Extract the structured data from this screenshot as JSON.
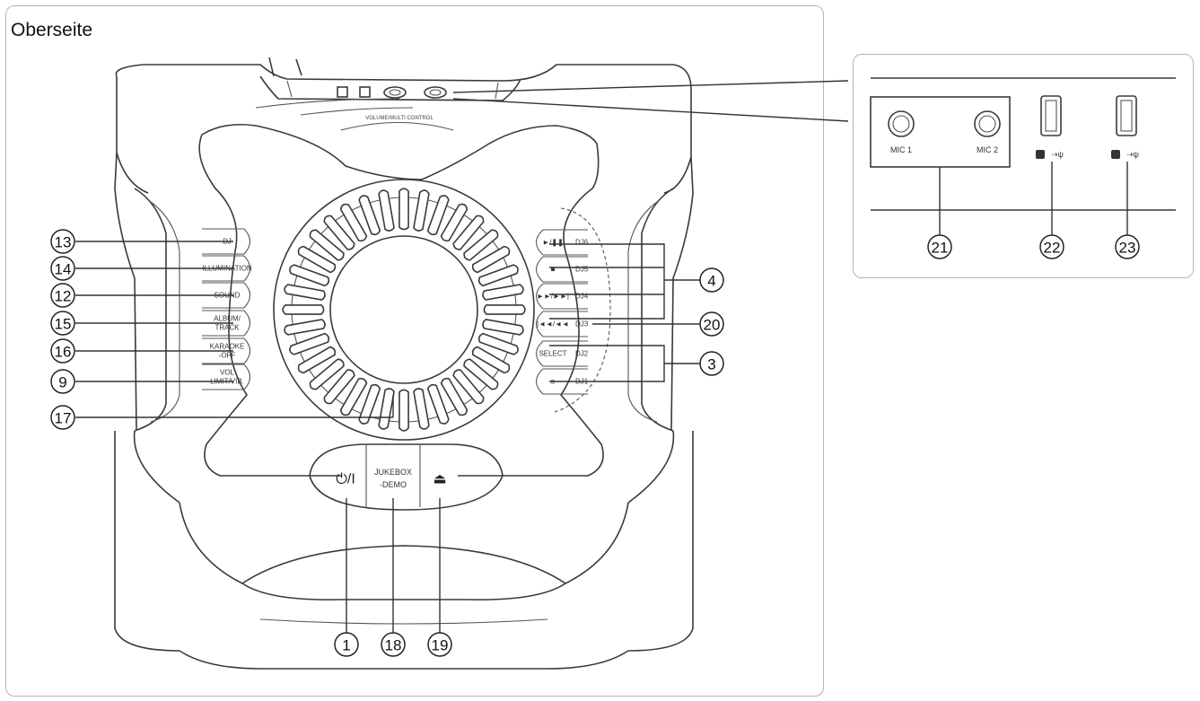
{
  "title": "Oberseite",
  "device": {
    "volume_text": "VOLUME/MULTI CONTROL",
    "left_buttons": [
      {
        "label": "DJ"
      },
      {
        "label": "ILLUMINATION"
      },
      {
        "label": "SOUND"
      },
      {
        "label": "ALBUM/\nTRACK"
      },
      {
        "label": "KARAOKE\n-OFF"
      },
      {
        "label": "VOL\nLIMIT/VIB."
      }
    ],
    "right_buttons": [
      {
        "label": "►/❚❚",
        "dj": "DJ6"
      },
      {
        "label": "■",
        "dj": "DJ5"
      },
      {
        "label": "►►/►►|",
        "dj": "DJ4"
      },
      {
        "label": "|◄◄/◄◄",
        "dj": "DJ3"
      },
      {
        "label": "SELECT",
        "dj": "DJ2"
      },
      {
        "label": "ʙ",
        "dj": "DJ1"
      }
    ],
    "bottom_buttons": {
      "power": "⏻/I",
      "jukebox": "JUKEBOX\n-DEMO",
      "eject": "⏏"
    }
  },
  "callouts": {
    "left": [
      "13",
      "14",
      "12",
      "15",
      "16",
      "9",
      "17"
    ],
    "right": [
      "4",
      "20",
      "3"
    ],
    "bottom": [
      "1",
      "18",
      "19"
    ],
    "inset": [
      "21",
      "22",
      "23"
    ]
  },
  "inset": {
    "mic1": "MIC 1",
    "mic2": "MIC 2"
  }
}
